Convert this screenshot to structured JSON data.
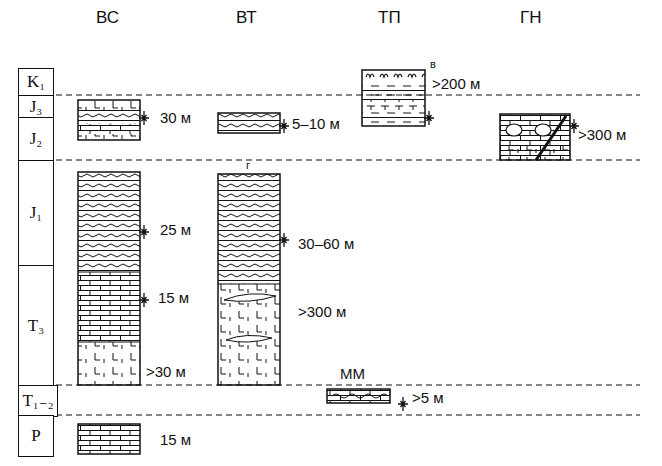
{
  "diagram": {
    "nodes": [
      {
        "text": [
          "K₁"
        ]
      },
      {
        "text": [
          "J₃"
        ]
      },
      {
        "text": [
          "J₂"
        ]
      },
      {
        "text": [
          "J₁"
        ]
      },
      {
        "text": [
          "T₃"
        ]
      },
      {
        "text": [
          "T₁₋₂"
        ]
      },
      {
        "text": [
          "P"
        ]
      }
    ],
    "labels": [
      "ВС",
      "ВТ",
      "ТП",
      "ГН",
      "30 м",
      "5–10 м",
      "в",
      ">200 м",
      ">300 м",
      "25 м",
      "г",
      "30–60 м",
      "15 м",
      ">300 м",
      ">30 м",
      "ММ",
      ">5 м",
      "15 м"
    ]
  }
}
